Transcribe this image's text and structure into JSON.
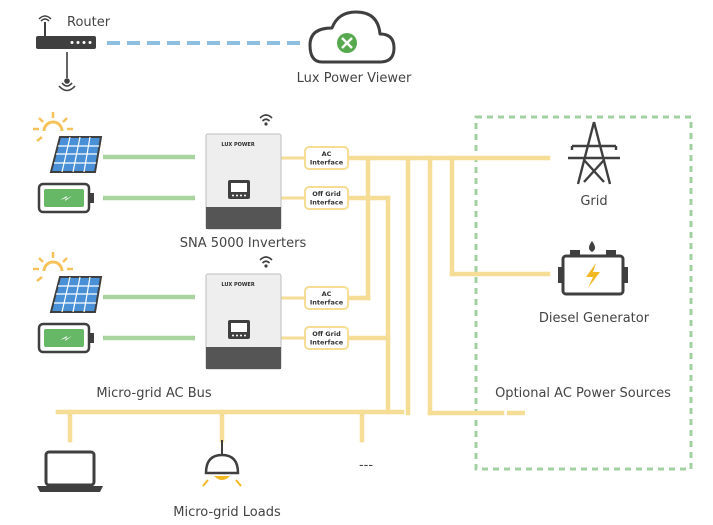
{
  "labels": {
    "router": "Router",
    "cloud": "Lux Power Viewer",
    "inverters": "SNA 5000 Inverters",
    "ac_bus": "Micro-grid AC Bus",
    "grid": "Grid",
    "diesel": "Diesel Generator",
    "optional": "Optional AC Power Sources",
    "loads": "Micro-grid Loads",
    "more_loads": "---"
  },
  "interface_tags": {
    "ac_line1": "AC",
    "ac_line2": "Interface",
    "offgrid_line1": "Off Grid",
    "offgrid_line2": "Interface"
  },
  "inverter_brand": "LUX POWER",
  "colors": {
    "bus": "#f5dd95",
    "dc_line": "#a9d49f",
    "network": "#8fbfe0",
    "optional_border": "#a2d0a0",
    "inverter_body": "#eeeeee",
    "inverter_base": "#555555",
    "icon_dark": "#3f3f3f",
    "sun": "#f6c25b",
    "panel": "#4a90d6",
    "battery_fill": "#66b766",
    "generator_accent": "#f2b824",
    "cloud_logo": "#56a94e"
  }
}
